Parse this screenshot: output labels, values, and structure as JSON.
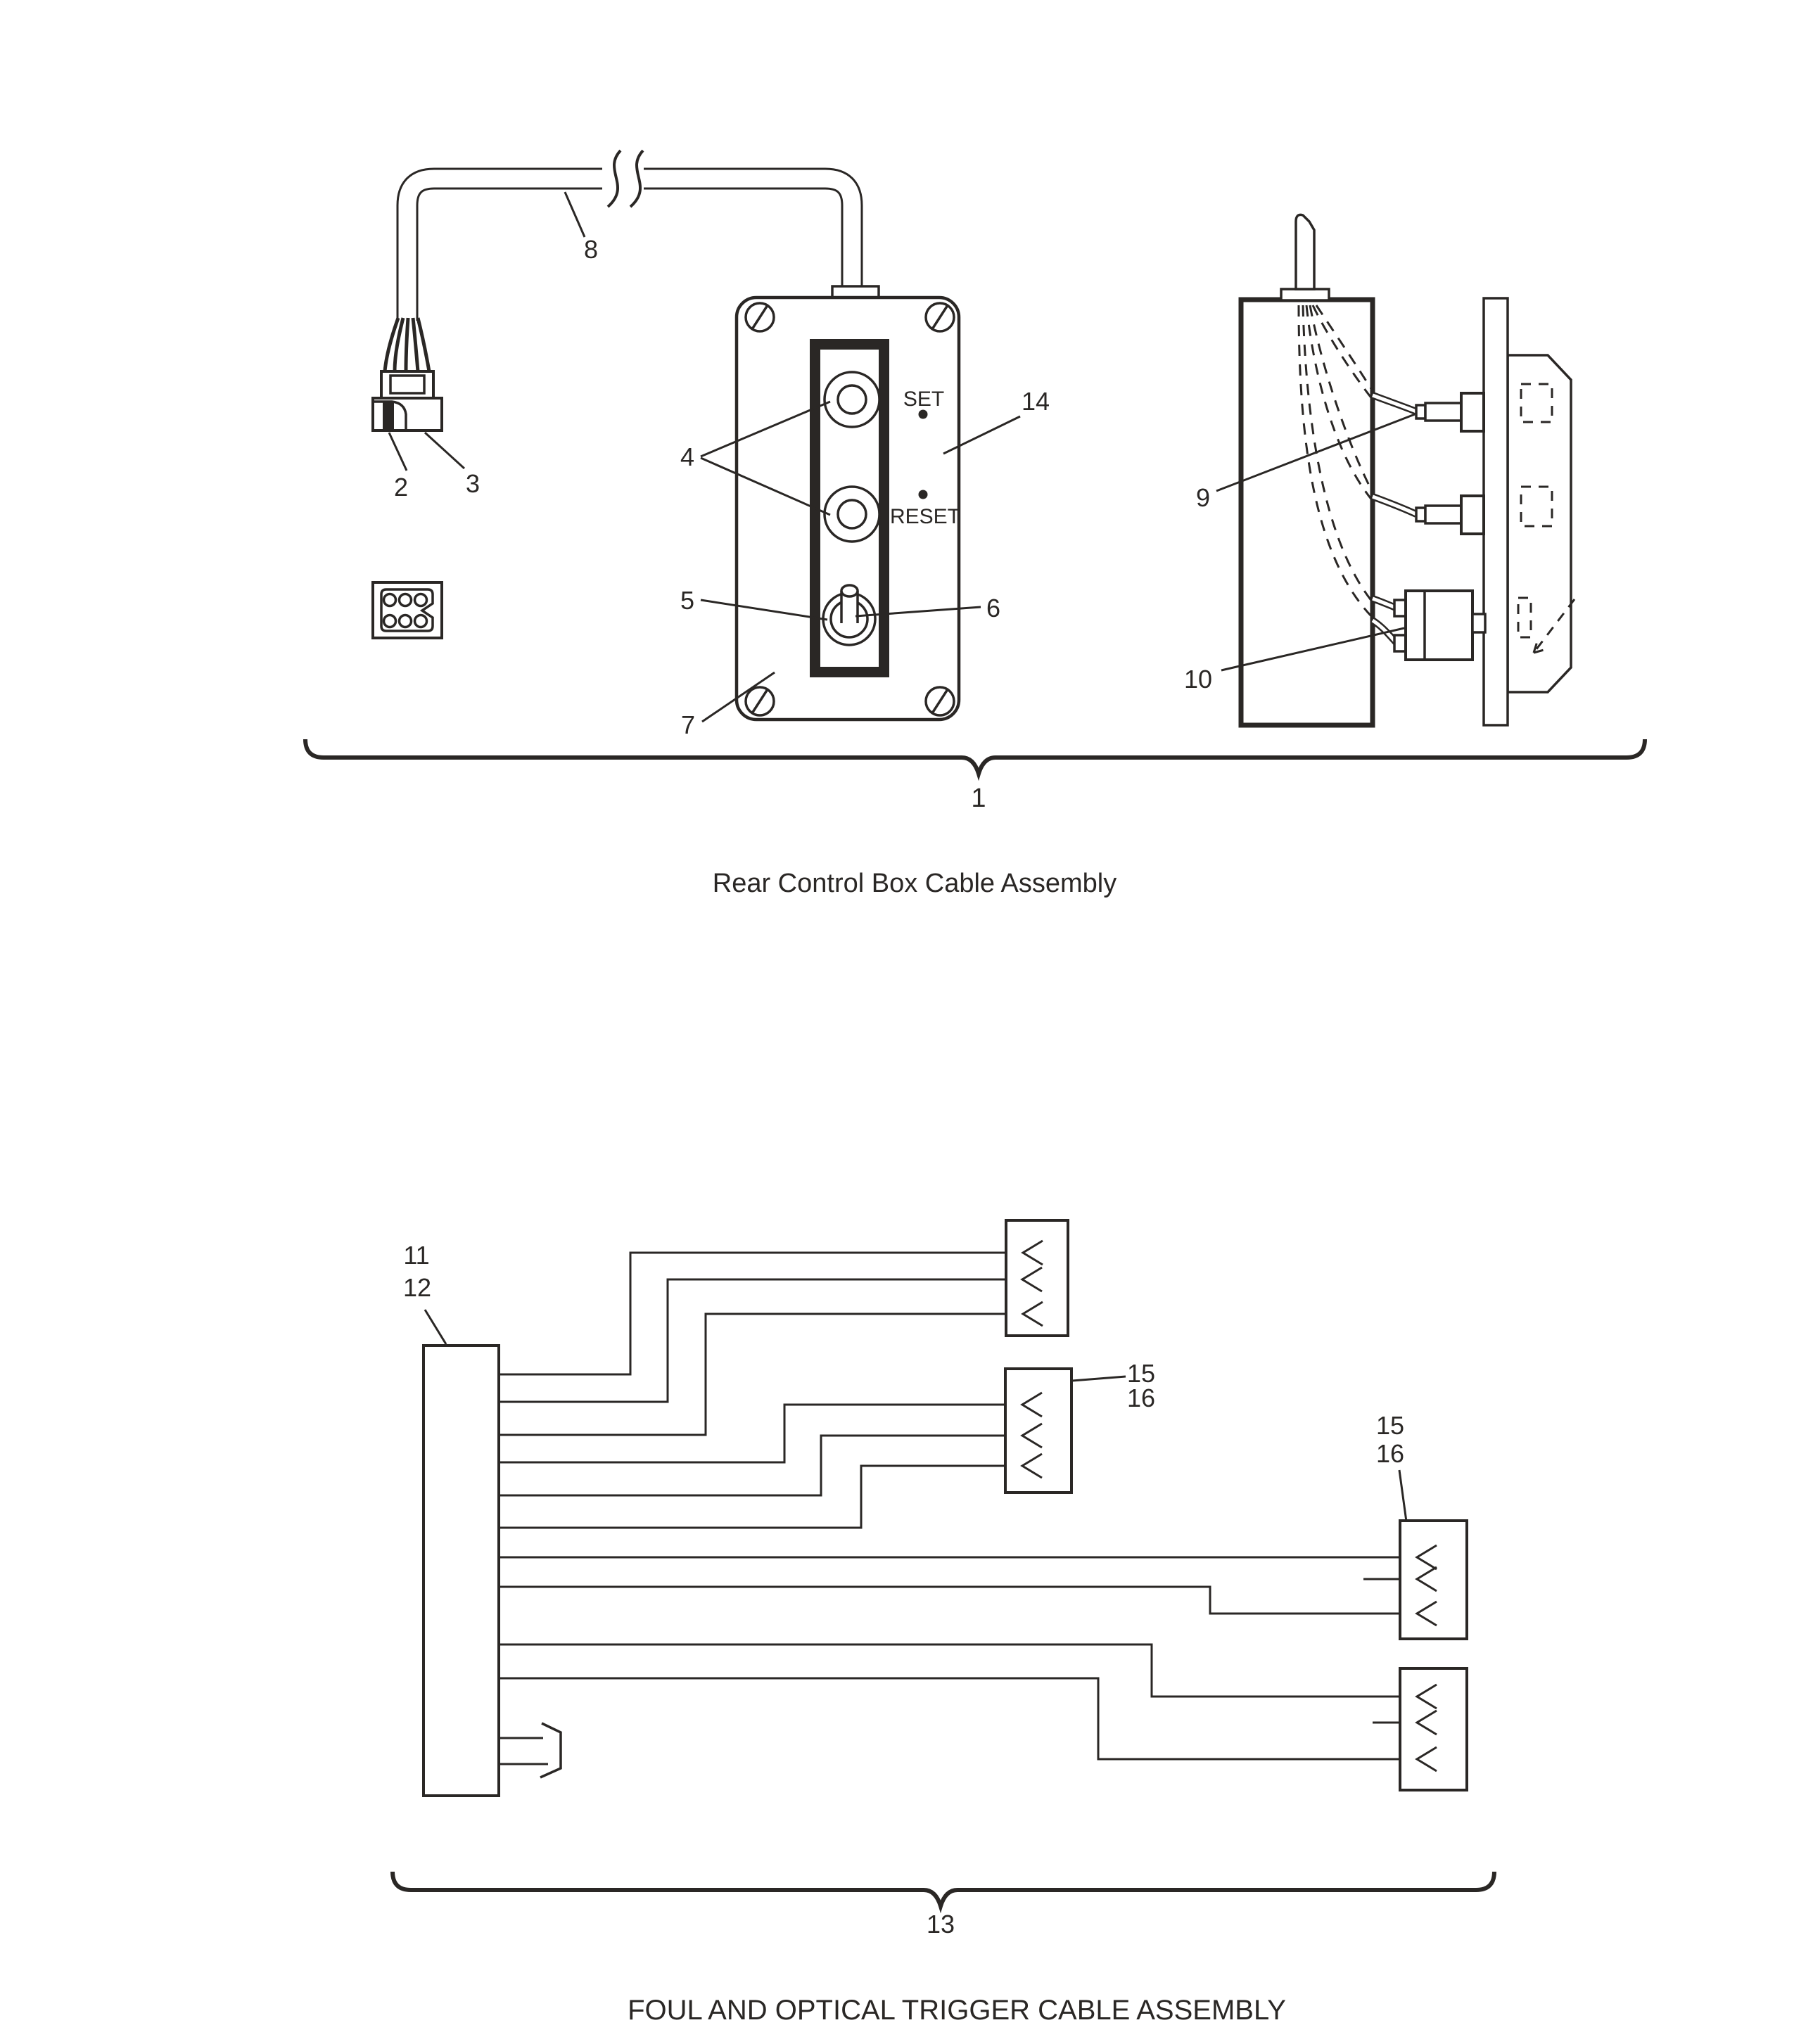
{
  "colors": {
    "ink": "#2a2725",
    "background": "#ffffff"
  },
  "top_assembly": {
    "caption": "Rear Control Box Cable Assembly",
    "panel": {
      "set_label": "SET",
      "reset_label": "RESET"
    },
    "callouts": {
      "brace": "1",
      "connector_key": "2",
      "connector_plug": "3",
      "buttons": "4",
      "toggle_body": "5",
      "toggle_lever": "6",
      "enclosure": "7",
      "cable": "8",
      "upper_lead": "9",
      "lower_lead": "10",
      "faceplate": "14"
    }
  },
  "bottom_assembly": {
    "caption": "FOUL AND OPTICAL TRIGGER CABLE ASSEMBLY",
    "callouts": {
      "harness_connector_a": "11",
      "harness_connector_b": "12",
      "brace": "13",
      "terminal_housing": "15",
      "terminal_contact": "16"
    }
  }
}
